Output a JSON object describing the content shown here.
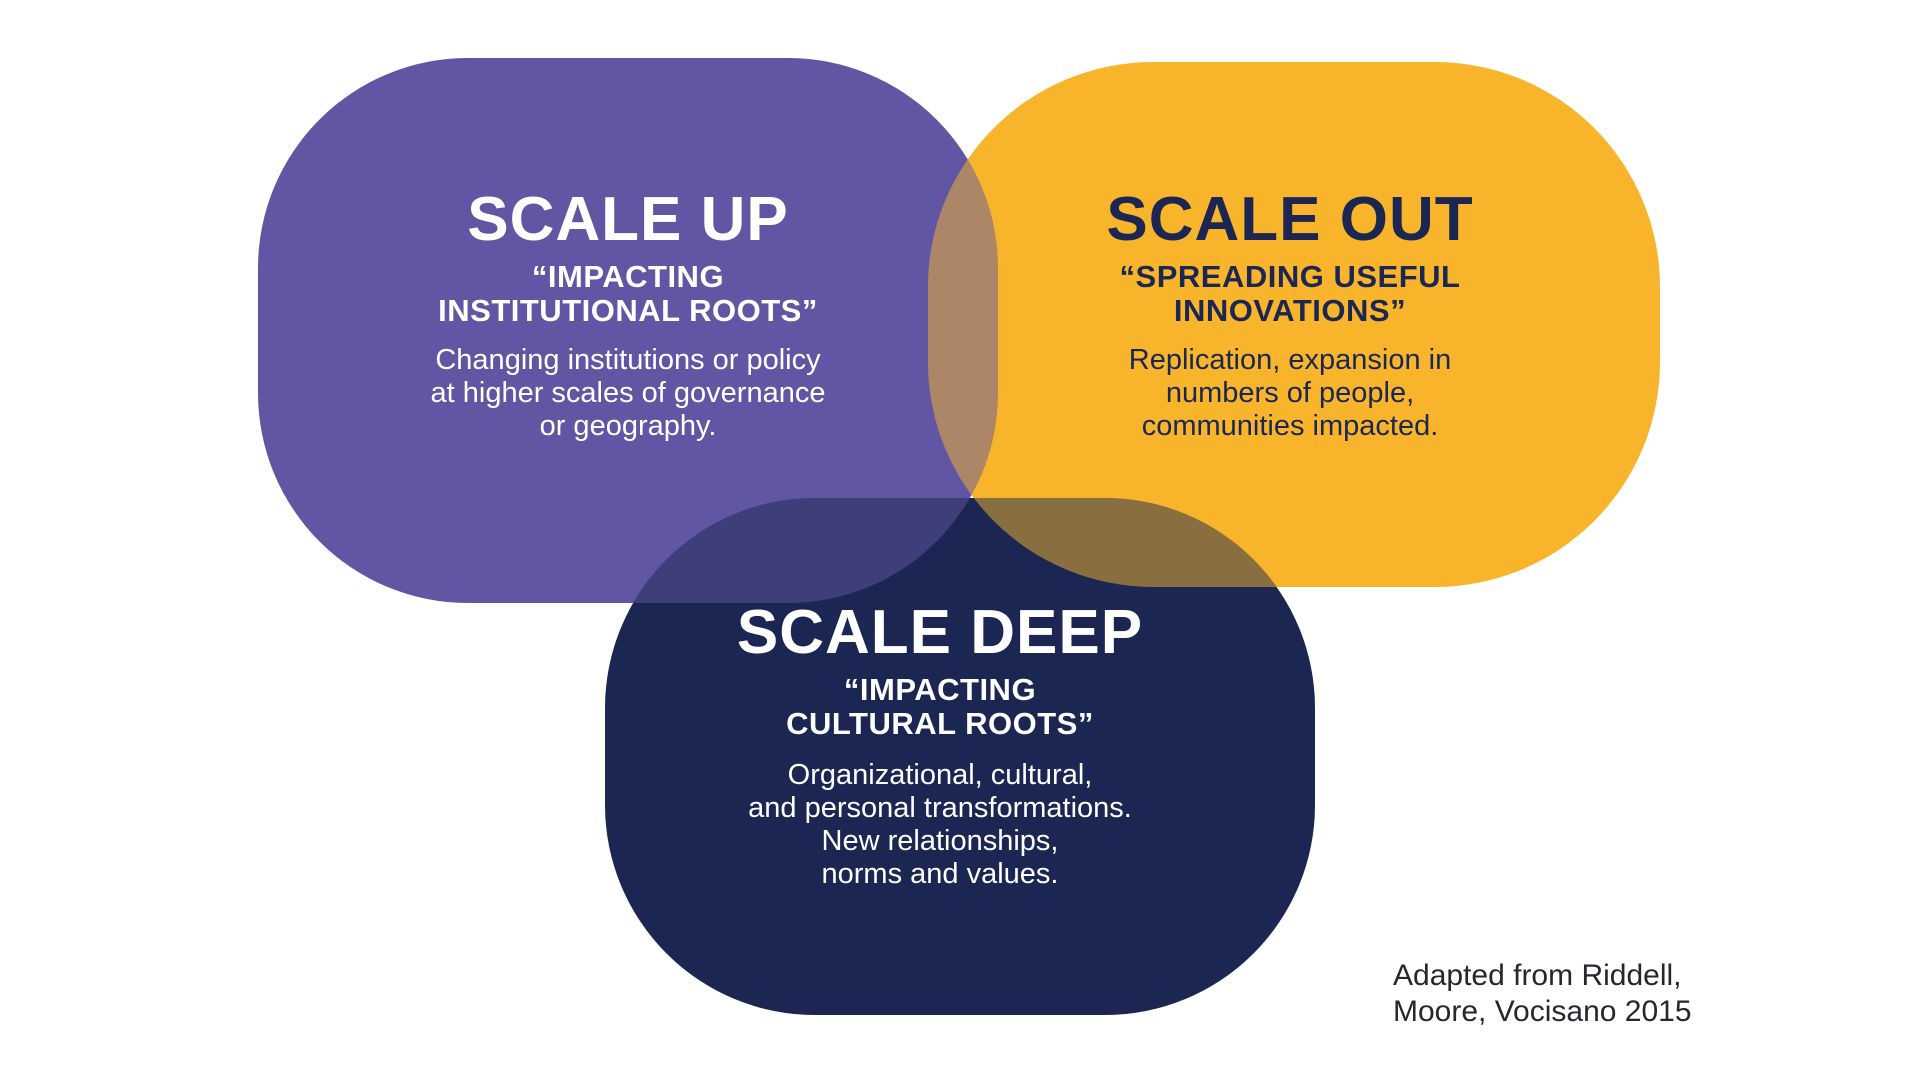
{
  "canvas": {
    "background": "#FFFFFF"
  },
  "colors": {
    "purple": "#6156A4",
    "yellow": "#F8B52B",
    "navy": "#1B2653",
    "white_text": "#FFFFFF",
    "navy_text": "#1B2653",
    "caption_text": "#26262E"
  },
  "cards": {
    "scale_up": {
      "title": "SCALE UP",
      "quote_lines": [
        "“IMPACTING",
        "INSTITUTIONAL ROOTS”"
      ],
      "body_lines": [
        "Changing institutions or policy",
        "at higher scales of governance",
        "or geography."
      ]
    },
    "scale_out": {
      "title": "SCALE OUT",
      "quote_lines": [
        "“SPREADING USEFUL",
        "INNOVATIONS”"
      ],
      "body_lines": [
        "Replication, expansion in",
        "numbers of people,",
        "communities impacted."
      ]
    },
    "scale_deep": {
      "title": "SCALE DEEP",
      "quote_lines": [
        "“IMPACTING",
        "CULTURAL ROOTS”"
      ],
      "body_lines": [
        "Organizational, cultural,",
        "and personal transformations.",
        "New relationships,",
        "norms and values."
      ]
    }
  },
  "caption": {
    "lines": [
      "Adapted from Riddell,",
      "Moore, Vocisano 2015"
    ]
  }
}
